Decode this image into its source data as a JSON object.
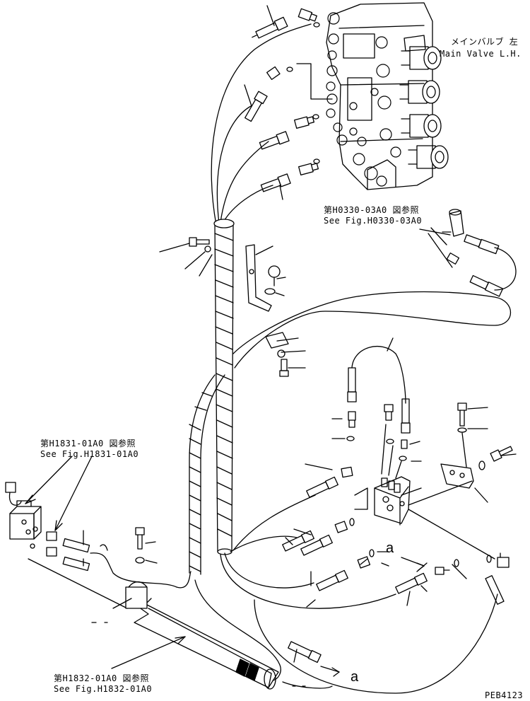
{
  "references": {
    "main_valve": {
      "jp": "メインバルブ 左",
      "en": "Main Valve L.H."
    },
    "fig_h0330": {
      "jp": "第H0330-03A0 図参照",
      "en": "See Fig.H0330-03A0"
    },
    "fig_h1831": {
      "jp": "第H1831-01A0 図参照",
      "en": "See Fig.H1831-01A0"
    },
    "fig_h1832": {
      "jp": "第H1832-01A0 図参照",
      "en": "See Fig.H1832-01A0"
    }
  },
  "connection_marks": {
    "a1": "a",
    "a2": "a"
  },
  "drawing_id": "PEB4123"
}
